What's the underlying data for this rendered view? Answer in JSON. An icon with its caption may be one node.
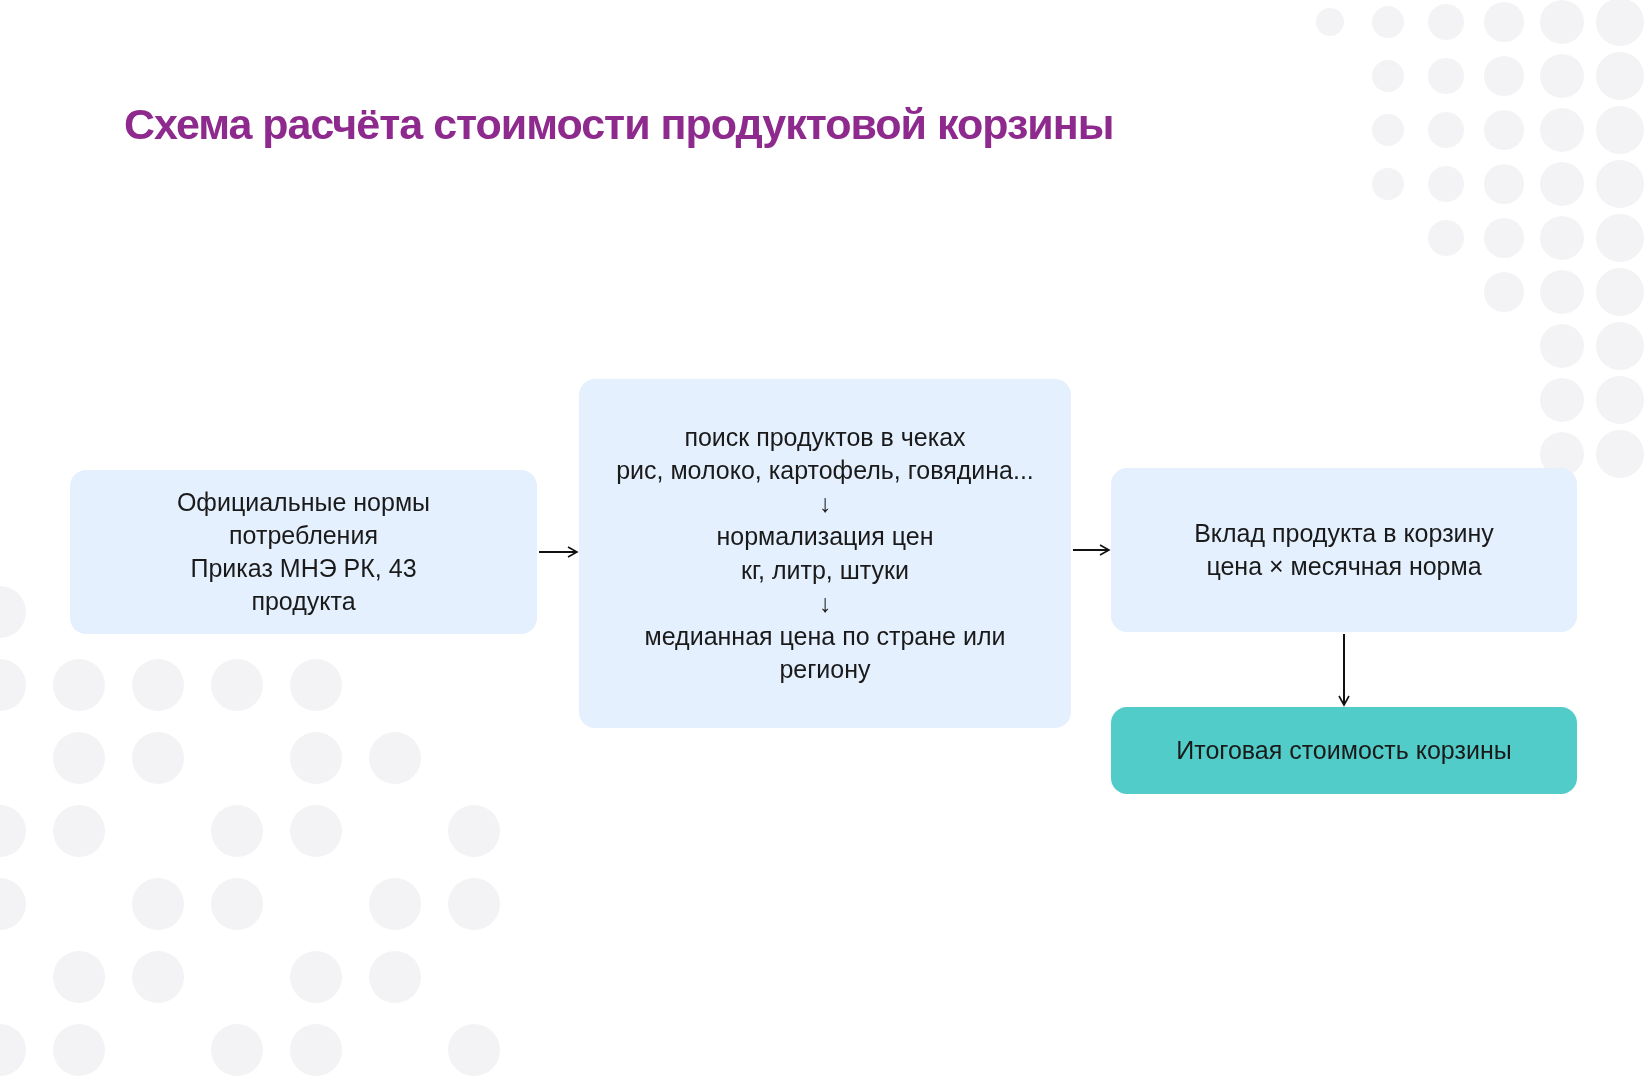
{
  "diagram": {
    "title": "Схема расчёта стоимости продуктовой корзины",
    "nodes": [
      {
        "text": [
          "Официальные нормы потребления",
          "Приказ МНЭ РК, 43 продукта"
        ]
      },
      {
        "text": [
          "поиск продуктов в чеках",
          "рис, молоко, картофель, говядина...",
          "↓",
          "нормализация цен",
          "кг, литр, штуки",
          "↓",
          "медианная цена по стране или региону"
        ]
      },
      {
        "text": [
          "Вклад продукта в корзину",
          "цена × месячная норма"
        ]
      },
      {
        "text": [
          "Итоговая стоимость корзины"
        ]
      }
    ],
    "edges": [
      {
        "from": 0,
        "to": 1,
        "arrow": "to"
      },
      {
        "from": 1,
        "to": 2,
        "arrow": "to"
      },
      {
        "from": 2,
        "to": 3,
        "arrow": "to"
      }
    ]
  }
}
